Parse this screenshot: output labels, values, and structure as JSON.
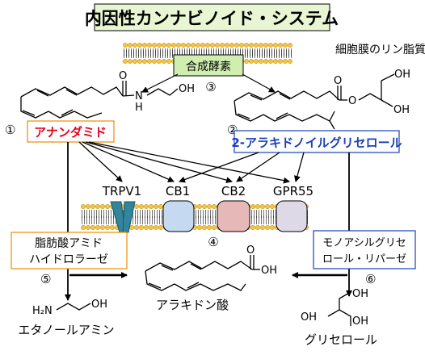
{
  "title": "内因性カンナビノイド・システム",
  "membrane_label": "細胞膜のリン脂質",
  "enzyme_label": "合成酵素",
  "num_3": "③",
  "num_1": "①",
  "num_2": "②",
  "num_4": "④",
  "num_5": "⑤",
  "num_6": "⑥",
  "anandamide": "アナンダミド",
  "ag2": "2-アラキドノイルグリセロール",
  "receptors": [
    "TRPV1",
    "CB1",
    "CB2",
    "GPR55"
  ],
  "faah_line1": "脂肪酸アミド",
  "faah_line2": "ハイドロラーゼ",
  "magl_line1": "モノアシルグリセ",
  "magl_line2": "ロール・リパーゼ",
  "arachidonic_acid": "アラキドン酸",
  "ethanolamine": "エタノールアミン",
  "glycerol": "グリセロール",
  "atoms": {
    "O": "O",
    "N": "N",
    "H": "H",
    "OH": "OH",
    "H2N": "H₂N"
  },
  "colors": {
    "title_bg": "#e8f6d4",
    "enzyme_bg": "#cfeeb0",
    "membrane_head": "#f4c542",
    "anandamide_text": "#e6001b",
    "ag2_text": "#1a3fb8",
    "cb1": "#c5d9f1",
    "cb2": "#e6b8b7",
    "gpr55": "#ddd9e6",
    "trpv1": "#31859c"
  }
}
